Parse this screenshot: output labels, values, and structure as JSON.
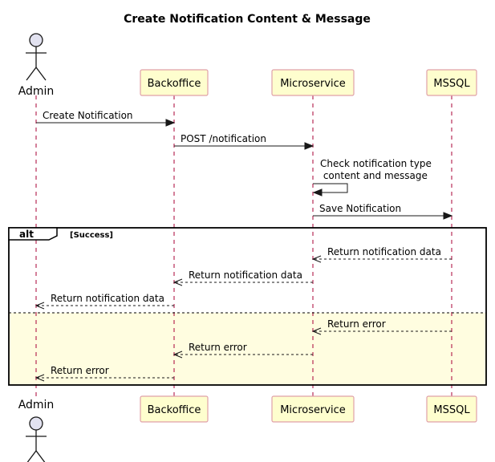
{
  "title": "Create Notification Content & Message",
  "participants": [
    {
      "id": "admin",
      "label": "Admin",
      "kind": "actor"
    },
    {
      "id": "backoffice",
      "label": "Backoffice",
      "kind": "participant"
    },
    {
      "id": "microservice",
      "label": "Microservice",
      "kind": "participant"
    },
    {
      "id": "mssql",
      "label": "MSSQL",
      "kind": "participant"
    }
  ],
  "messages": [
    {
      "from": "admin",
      "to": "backoffice",
      "lines": [
        "Create Notification"
      ],
      "style": "solid"
    },
    {
      "from": "backoffice",
      "to": "microservice",
      "lines": [
        "POST /notification"
      ],
      "style": "solid"
    },
    {
      "from": "microservice",
      "to": "microservice",
      "lines": [
        "Check notification type",
        " content and message"
      ],
      "style": "self"
    },
    {
      "from": "microservice",
      "to": "mssql",
      "lines": [
        "Save Notification"
      ],
      "style": "solid"
    }
  ],
  "alt": {
    "label": "alt",
    "guard": "[Success]",
    "sections": [
      {
        "messages": [
          {
            "from": "mssql",
            "to": "microservice",
            "lines": [
              "Return notification data"
            ],
            "style": "dashed"
          },
          {
            "from": "microservice",
            "to": "backoffice",
            "lines": [
              "Return notification data"
            ],
            "style": "dashed"
          },
          {
            "from": "backoffice",
            "to": "admin",
            "lines": [
              "Return notification data"
            ],
            "style": "dashed"
          }
        ]
      },
      {
        "messages": [
          {
            "from": "mssql",
            "to": "microservice",
            "lines": [
              "Return error"
            ],
            "style": "dashed"
          },
          {
            "from": "microservice",
            "to": "backoffice",
            "lines": [
              "Return error"
            ],
            "style": "dashed"
          },
          {
            "from": "backoffice",
            "to": "admin",
            "lines": [
              "Return error"
            ],
            "style": "dashed"
          }
        ]
      }
    ]
  },
  "colors": {
    "participant_fill": "#fefece",
    "participant_border": "#e0a0a8",
    "lifeline": "#a80036",
    "else_fill": "#fffde0"
  }
}
